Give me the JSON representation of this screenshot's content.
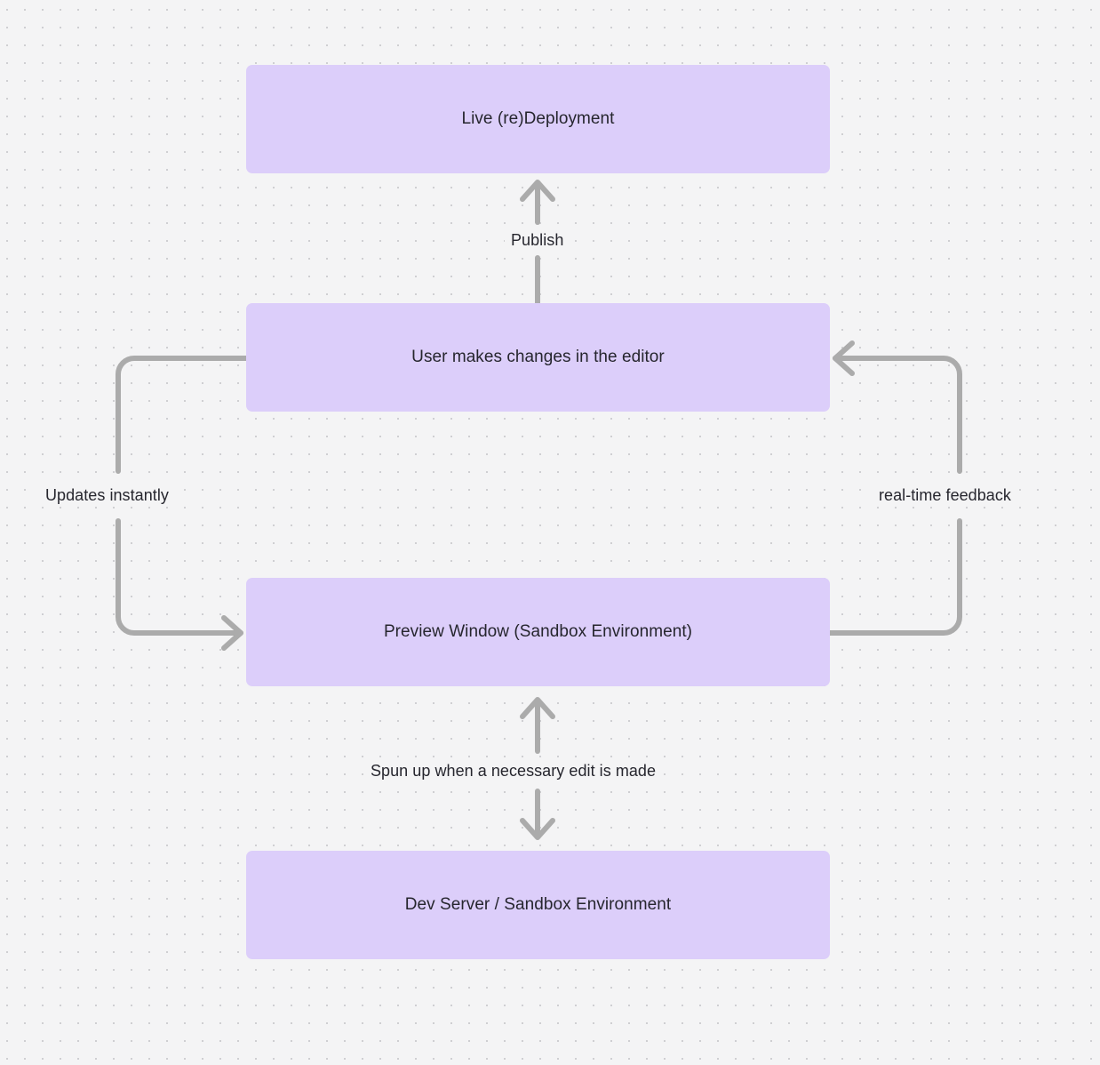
{
  "diagram": {
    "type": "flowchart",
    "background": "#f4f4f5",
    "grid": "dotted",
    "node_fill": "#dccefa",
    "node_text_color": "#26262e",
    "edge_color": "#ababab",
    "nodes": [
      {
        "id": "live-deployment",
        "label": "Live (re)Deployment"
      },
      {
        "id": "user-edits",
        "label": "User makes changes in the editor"
      },
      {
        "id": "preview-window",
        "label": "Preview Window (Sandbox Environment)"
      },
      {
        "id": "dev-server",
        "label": "Dev Server / Sandbox Environment"
      }
    ],
    "edges": [
      {
        "id": "publish",
        "from": "user-edits",
        "to": "live-deployment",
        "label": "Publish",
        "direction": "up"
      },
      {
        "id": "updates-instantly",
        "from": "user-edits",
        "to": "preview-window",
        "label": "Updates instantly",
        "direction": "left-loop-down"
      },
      {
        "id": "real-time-feedback",
        "from": "preview-window",
        "to": "user-edits",
        "label": "real-time feedback",
        "direction": "right-loop-up"
      },
      {
        "id": "spun-up",
        "from": "preview-window",
        "to": "dev-server",
        "label": "Spun up when a necessary edit is made",
        "direction": "bidirectional"
      }
    ]
  }
}
